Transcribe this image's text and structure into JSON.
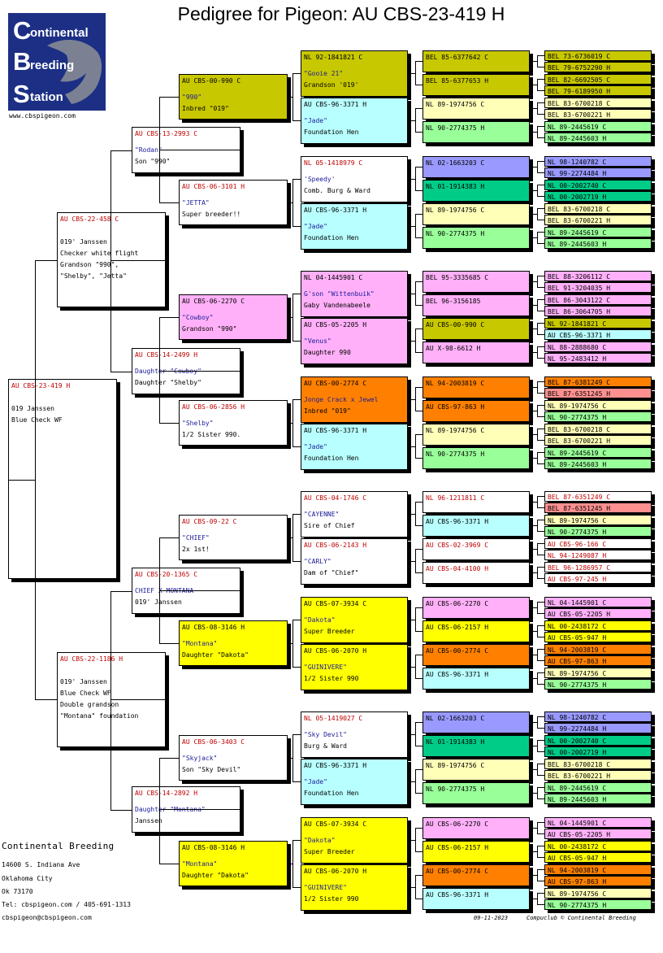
{
  "title": "Pedigree for Pigeon: AU  CBS-23-419 H",
  "logo": {
    "line1": "Continental",
    "line2": "Breeding",
    "line3": "Station",
    "letter_c": "C",
    "letter_b": "B",
    "letter_s": "S",
    "rest1": "ontinental",
    "rest2": "reeding",
    "rest3": "tation"
  },
  "website": "www.cbspigeon.com",
  "subject": {
    "ring": "AU  CBS-23-419 H",
    "line1": "019 Janssen",
    "line2": "Blue Check WF"
  },
  "gen1": [
    {
      "ring": "AU  CBS-22-458 C",
      "lines": [
        "019' Janssen",
        "Checker white flight",
        "Grandson \"990\",",
        "\"Shelby\", \"Jetta\""
      ]
    },
    {
      "ring": "AU  CBS-22-1186 H",
      "lines": [
        "019' Janssen",
        "Blue Check WF",
        "Double grandson",
        "\"Montana\" foundation"
      ]
    }
  ],
  "gen2": [
    {
      "ring": "AU  CBS-13-2993 C",
      "name": "\"Rodan\"",
      "note": "Son \"990\""
    },
    {
      "ring": "AU  CBS-14-2499 H",
      "name": "Daughter \"Cowboy\"",
      "note": "Daughter \"Shelby\""
    },
    {
      "ring": "AU  CBS-20-1365 C",
      "name": "CHIEF X MONTANA",
      "note": "019' Janssen"
    },
    {
      "ring": "AU  CBS-14-2892 H",
      "name": "Daughter \"Montana\"",
      "note": "Janssen"
    }
  ],
  "gen3": [
    {
      "ring": "AU  CBS-00-990 C",
      "name": "\"990\"",
      "note": "Inbred \"019\""
    },
    {
      "ring": "AU  CBS-06-3101 H",
      "name": "\"JETTA\"",
      "note": "Super breeder!!"
    },
    {
      "ring": "AU  CBS-06-2270 C",
      "name": "\"Cowboy\"",
      "note": "Grandson \"990\""
    },
    {
      "ring": "AU  CBS-06-2856 H",
      "name": "\"Shelby\"",
      "note": "1/2 Sister 990."
    },
    {
      "ring": "AU  CBS-09-22 C",
      "name": "\"CHIEF\"",
      "note": "2x 1st!"
    },
    {
      "ring": "AU  CBS-08-3146 H",
      "name": "\"Montana\"",
      "note": "Daughter \"Dakota\""
    },
    {
      "ring": "AU  CBS-06-3403 C",
      "name": "\"Skyjack\"",
      "note": "Son \"Sky Devil\""
    },
    {
      "ring": "AU  CBS-08-3146 H",
      "name": "\"Montana\"",
      "note": "Daughter \"Dakota\""
    }
  ],
  "gen4": [
    {
      "ring": "NL  92-1841821 C",
      "name": "\"Gooie 21\"",
      "note": "Grandson '019'"
    },
    {
      "ring": "AU  CBS-96-3371 H",
      "name": "\"Jade\"",
      "note": "Foundation Hen"
    },
    {
      "ring": "NL  05-1418979 C",
      "name": "'Speedy'",
      "note": "Comb. Burg & Ward"
    },
    {
      "ring": "AU  CBS-96-3371 H",
      "name": "\"Jade\"",
      "note": "Foundation Hen"
    },
    {
      "ring": "NL  04-1445901 C",
      "name": "G'son \"Wittenbuik\"",
      "note": "Gaby Vandenabeele"
    },
    {
      "ring": "AU  CBS-05-2205 H",
      "name": "\"Venus\"",
      "note": "Daughter 990"
    },
    {
      "ring": "AU  CBS-00-2774 C",
      "name": "Jonge Crack x Jewel",
      "note": "Inbred \"019\""
    },
    {
      "ring": "AU  CBS-96-3371 H",
      "name": "\"Jade\"",
      "note": "Foundation Hen"
    },
    {
      "ring": "AU  CBS-04-1746 C",
      "name": "\"CAYENNE\"",
      "note": "Sire of Chief"
    },
    {
      "ring": "AU  CBS-06-2143 H",
      "name": "\"CARLY\"",
      "note": "Dam of \"Chief\""
    },
    {
      "ring": "AU  CBS-07-3934 C",
      "name": "\"Dakota\"",
      "note": "Super Breeder"
    },
    {
      "ring": "AU  CBS-06-2070 H",
      "name": "\"GUINIVERE\"",
      "note": "1/2 Sister 990"
    },
    {
      "ring": "NL  05-1419027 C",
      "name": "\"Sky Devil\"",
      "note": "Burg & Ward"
    },
    {
      "ring": "AU  CBS-96-3371 H",
      "name": "\"Jade\"",
      "note": "Foundation Hen"
    },
    {
      "ring": "AU  CBS-07-3934 C",
      "name": "\"Dakota\"",
      "note": "Super Breeder"
    },
    {
      "ring": "AU  CBS-06-2070 H",
      "name": "\"GUINIVERE\"",
      "note": "1/2 Sister 990"
    }
  ],
  "gen5": [
    "BEL 85-6377642 C",
    "BEL 85-6377653 H",
    "NL  89-1974756 C",
    "NL  90-2774375 H",
    "NL  02-1663203 C",
    "NL  01-1914383 H",
    "NL  89-1974756 C",
    "NL  90-2774375 H",
    "BEL 95-3335685 C",
    "BEL 96-3156185",
    "AU  CBS-00-990 C",
    "AU  X-98-6612 H",
    "NL  94-2003819 C",
    "AU  CBS-97-863 H",
    "NL  89-1974756 C",
    "NL  90-2774375 H",
    "NL  96-1211811 C",
    "AU  CBS-96-3371 H",
    "AU  CBS-02-3969 C",
    "AU  CBS-04-4100 H",
    "AU  CBS-06-2270 C",
    "AU  CBS-06-2157 H",
    "AU  CBS-00-2774 C",
    "AU  CBS-96-3371 H",
    "NL  02-1663203 C",
    "NL  01-1914383 H",
    "NL  89-1974756 C",
    "NL  90-2774375 H",
    "AU  CBS-06-2270 C",
    "AU  CBS-06-2157 H",
    "AU  CBS-00-2774 C",
    "AU  CBS-96-3371 H"
  ],
  "gen6": [
    "BEL 73-6736019 C",
    "BEL 79-6752290 H",
    "BEL 82-6692505 C",
    "BEL 79-6189950 H",
    "BEL 83-6700218 C",
    "BEL 83-6700221 H",
    "NL  89-2445619 C",
    "NL  89-2445603 H",
    "NL  98-1240782 C",
    "NL  99-2274484 H",
    "NL  00-2002740 C",
    "NL  00-2002719 H",
    "BEL 83-6700218 C",
    "BEL 83-6700221 H",
    "NL  89-2445619 C",
    "NL  89-2445603 H",
    "BEL 88-3206112 C",
    "BEL 91-3204035 H",
    "BEL 86-3043122 C",
    "BEL 86-3064705 H",
    "NL  92-1841821 C",
    "AU  CBS-96-3371 H",
    "NL  88-2888680 C",
    "NL  95-2483412 H",
    "BEL 87-6381249 C",
    "BEL 87-6351245 H",
    "NL  89-1974756 C",
    "NL  90-2774375 H",
    "BEL 83-6700218 C",
    "BEL 83-6700221 H",
    "NL  89-2445619 C",
    "NL  89-2445603 H",
    "BEL 87-6351249 C",
    "BEL 87-6351245 H",
    "NL  89-1974756 C",
    "NL  90-2774375 H",
    "AU  CBS-96-166 C",
    "NL  94-1249087 H",
    "BEL 96-1286957 C",
    "AU  CBS-97-245 H",
    "NL  04-1445901 C",
    "AU  CBS-05-2205 H",
    "NL  00-2438172 C",
    "AU  CBS-05-947 H",
    "NL  94-2003819 C",
    "AU  CBS-97-863 H",
    "NL  89-1974756 C",
    "NL  90-2774375 H",
    "NL  98-1240782 C",
    "NL  99-2274484 H",
    "NL  00-2002740 C",
    "NL  00-2002719 H",
    "BEL 83-6700218 C",
    "BEL 83-6700221 H",
    "NL  89-2445619 C",
    "NL  89-2445603 H",
    "NL  04-1445901 C",
    "AU  CBS-05-2205 H",
    "NL  00-2438172 C",
    "AU  CBS-05-947 H",
    "NL  94-2003819 C",
    "AU  CBS-97-863 H",
    "NL  89-1974756 C",
    "NL  90-2774375 H"
  ],
  "company": {
    "name": "Continental Breeding",
    "address1": "14600 S. Indiana Ave",
    "address2": "Oklahoma City",
    "address3": "Ok 73170",
    "phone": "Tel: cbspigeon.com / 405-691-1313",
    "email": "cbspigeon@cbspigeon.com"
  },
  "footer": {
    "date": "09-11-2023",
    "credit": "Compuclub © Continental Breeding"
  },
  "colors": {
    "gen3": [
      "#c8c800",
      "#ffffff",
      "#ffb0f8",
      "#ffffff",
      "#ffffff",
      "#ffff00",
      "#ffffff",
      "#ffff00"
    ],
    "gen4": [
      "#c8c800",
      "#b8ffff",
      "#ffffff",
      "#b8ffff",
      "#ffb0f8",
      "#ffb0f8",
      "#ff8000",
      "#b8ffff",
      "#ffffff",
      "#ffffff",
      "#ffff00",
      "#ffff00",
      "#ffffff",
      "#b8ffff",
      "#ffff00",
      "#ffff00"
    ],
    "gen5": [
      "#c8c800",
      "#c8c800",
      "#ffffb8",
      "#99ff99",
      "#9999ff",
      "#00cc88",
      "#ffffb8",
      "#99ff99",
      "#ffb0f8",
      "#ffb0f8",
      "#c8c800",
      "#ffb0f8",
      "#ff8000",
      "#ff8000",
      "#ffffb8",
      "#99ff99",
      "#ffffff",
      "#b8ffff",
      "#ffffff",
      "#ffffff",
      "#ffb0f8",
      "#ffff00",
      "#ff8000",
      "#b8ffff",
      "#9999ff",
      "#00cc88",
      "#ffffb8",
      "#99ff99",
      "#ffb0f8",
      "#ffff00",
      "#ff8000",
      "#b8ffff"
    ],
    "gen6": [
      "#c8c800",
      "#c8c800",
      "#c8c800",
      "#c8c800",
      "#ffffb8",
      "#ffffb8",
      "#99ff99",
      "#99ff99",
      "#9999ff",
      "#9999ff",
      "#00cc88",
      "#00cc88",
      "#ffffb8",
      "#ffffb8",
      "#99ff99",
      "#99ff99",
      "#ffb0f8",
      "#ffb0f8",
      "#ffb0f8",
      "#ffb0f8",
      "#c8c800",
      "#b8ffff",
      "#ffb0f8",
      "#ffb0f8",
      "#ff8000",
      "#ff9090",
      "#ffffb8",
      "#99ff99",
      "#ffffb8",
      "#ffffb8",
      "#99ff99",
      "#99ff99",
      "#ffffff",
      "#ff9090",
      "#ffffb8",
      "#99ff99",
      "#ffffff",
      "#ffffff",
      "#ffffff",
      "#ffffff",
      "#ffb0f8",
      "#ffb0f8",
      "#ffff00",
      "#ffff00",
      "#ff8000",
      "#ff8000",
      "#ffffb8",
      "#99ff99",
      "#9999ff",
      "#9999ff",
      "#00cc88",
      "#00cc88",
      "#ffffb8",
      "#ffffb8",
      "#99ff99",
      "#99ff99",
      "#ffb0f8",
      "#ffb0f8",
      "#ffff00",
      "#ffff00",
      "#ff8000",
      "#ff8000",
      "#ffffb8",
      "#99ff99"
    ]
  }
}
